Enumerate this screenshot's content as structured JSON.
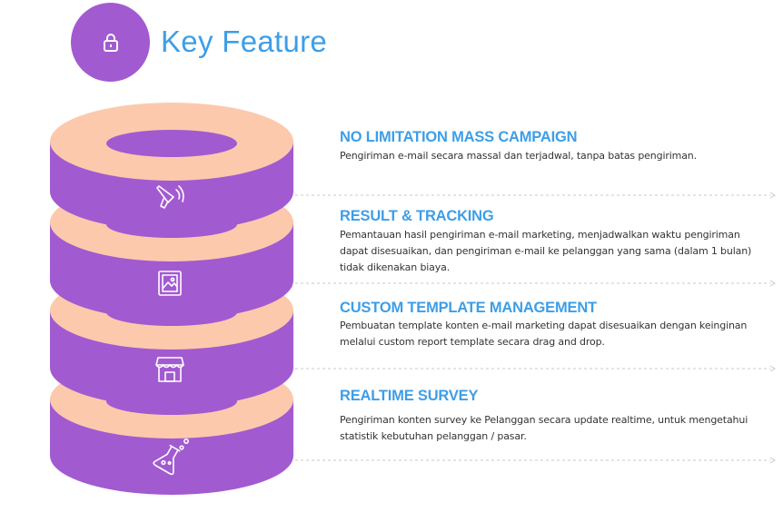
{
  "header": {
    "title": "Key Feature",
    "badge_icon": "lock-icon"
  },
  "colors": {
    "accent_blue": "#3d9ee8",
    "purple": "#a25ad1",
    "purple_dark": "#8e46c2",
    "peach": "#fcc9ad",
    "dash": "#c8c8c8"
  },
  "features": [
    {
      "title": "NO LIMITATION MASS CAMPAIGN",
      "desc_lines": [
        "Pengiriman e-mail secara massal dan terjadwal, tanpa batas pengiriman."
      ],
      "icon": "megaphone-icon"
    },
    {
      "title": "RESULT & TRACKING",
      "desc_lines": [
        "Pemantauan hasil pengiriman e-mail marketing, menjadwalkan waktu pengiriman",
        "dapat disesuaikan, dan pengiriman e-mail ke pelanggan yang sama (dalam 1 bulan)",
        "tidak dikenakan biaya."
      ],
      "icon": "image-icon"
    },
    {
      "title": "CUSTOM TEMPLATE MANAGEMENT",
      "desc_lines": [
        "Pembuatan template konten e-mail marketing dapat disesuaikan dengan keinginan",
        "melalui custom report template secara drag and drop."
      ],
      "icon": "store-icon"
    },
    {
      "title": "REALTIME SURVEY",
      "desc_lines": [
        "Pengiriman konten survey ke Pelanggan secara update realtime, untuk mengetahui",
        "statistik kebutuhan pelanggan / pasar."
      ],
      "icon": "flask-icon"
    }
  ]
}
